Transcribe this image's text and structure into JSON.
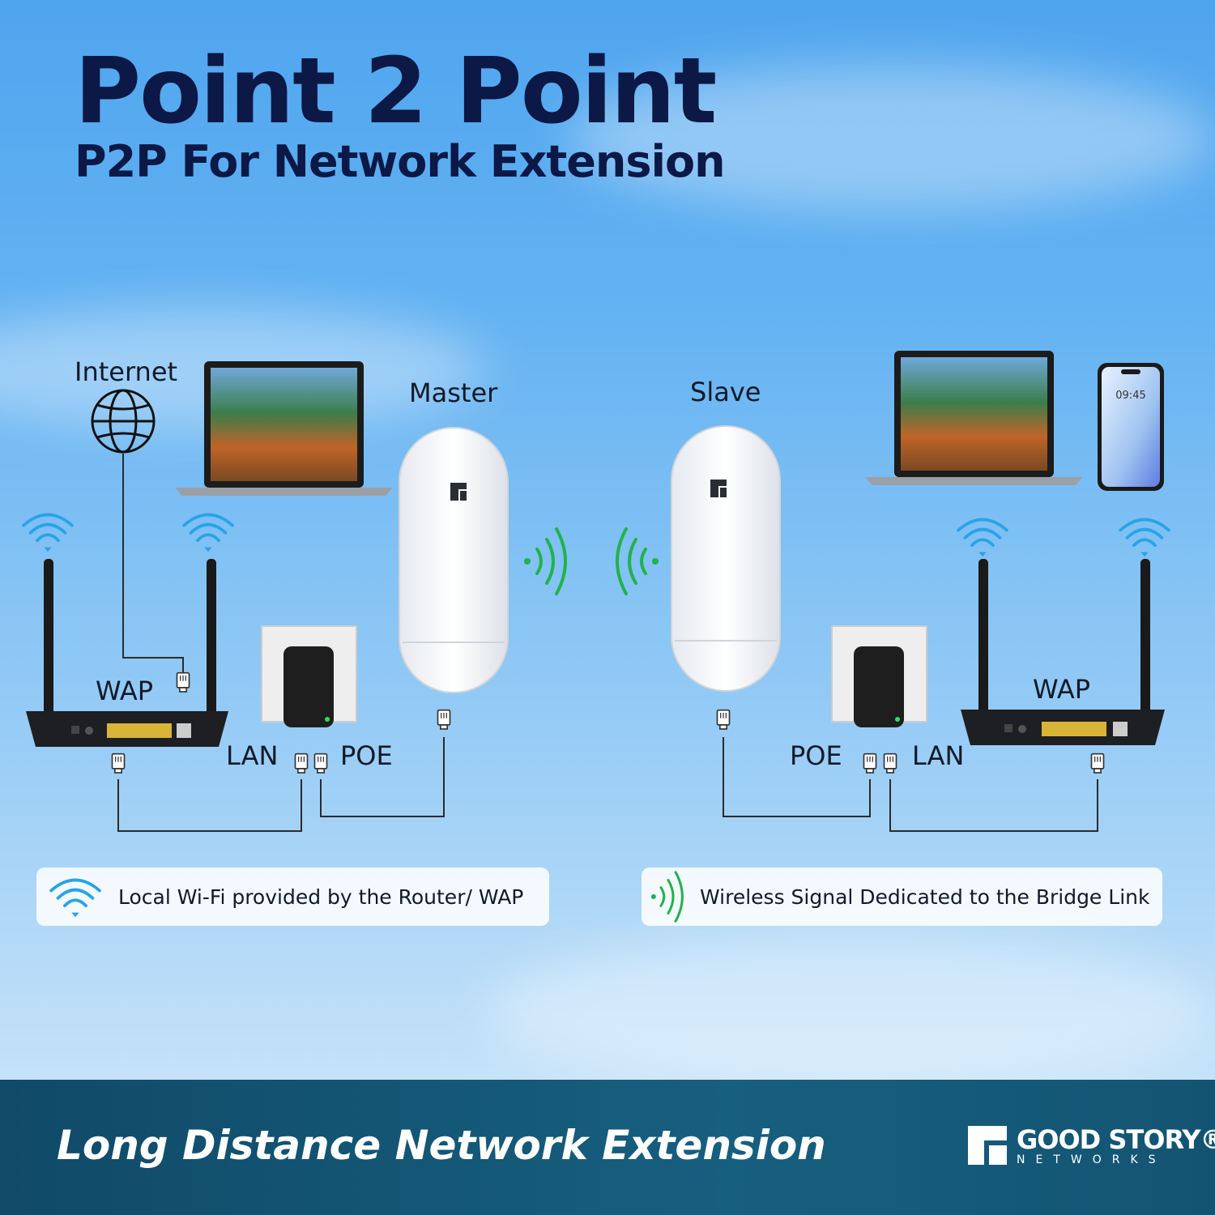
{
  "header": {
    "title": "Point 2 Point",
    "subtitle": "P2P For Network Extension"
  },
  "diagram": {
    "internet_label": "Internet",
    "master_label": "Master",
    "slave_label": "Slave",
    "left_wap_label": "WAP",
    "right_wap_label": "WAP",
    "left_lan_label": "LAN",
    "left_poe_label": "POE",
    "right_poe_label": "POE",
    "right_lan_label": "LAN",
    "phone_time": "09:45"
  },
  "legend": {
    "wifi_text": "Local Wi-Fi provided by the Router/ WAP",
    "bridge_text": "Wireless Signal Dedicated to the Bridge Link"
  },
  "footer": {
    "tagline": "Long Distance Network Extension",
    "brand_name": "GOOD STORY®",
    "brand_sub": "NETWORKS"
  },
  "colors": {
    "title": "#0c1845",
    "wifi_blue": "#29a3e6",
    "bridge_green": "#22b24c",
    "footer_bg": "#175f7f"
  },
  "icons": [
    "globe-icon",
    "wifi-icon",
    "bridge-signal-icon",
    "ethernet-plug-icon",
    "brand-logo-icon"
  ]
}
